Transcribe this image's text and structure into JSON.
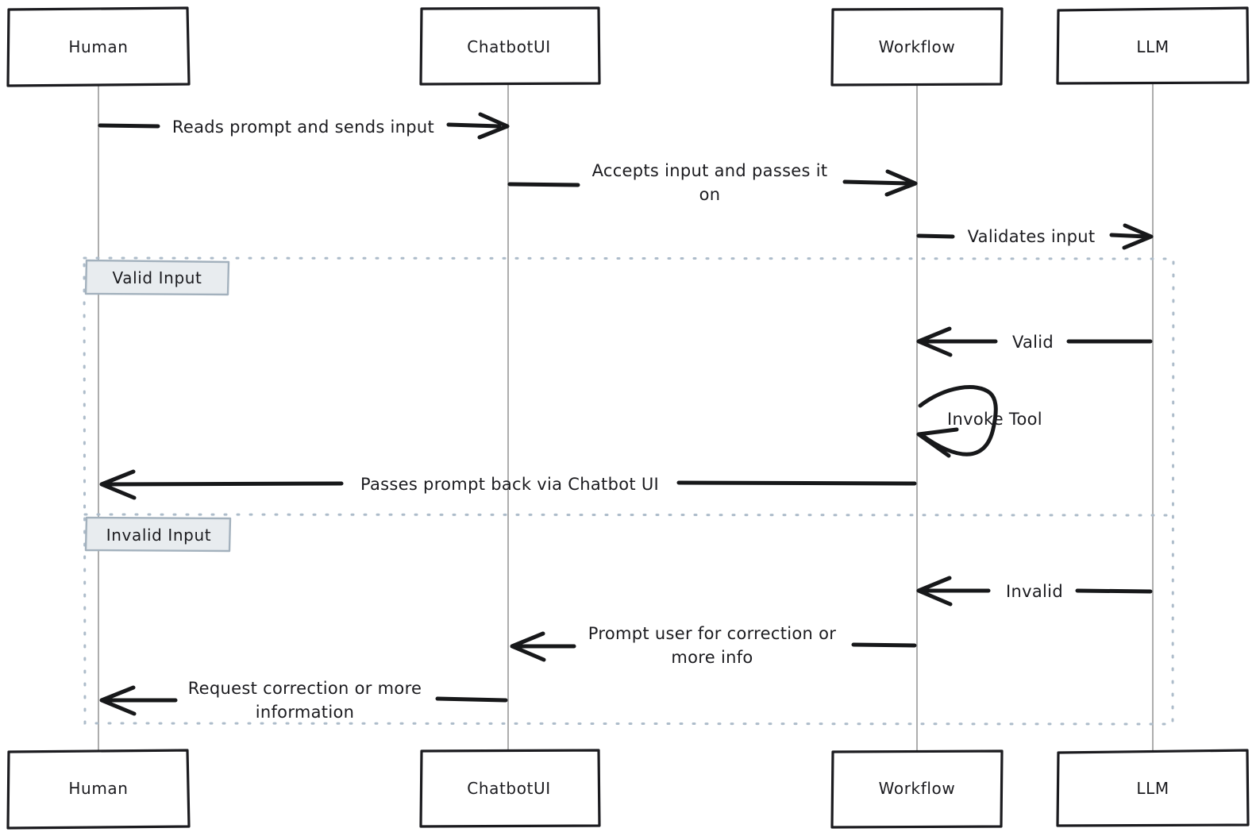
{
  "diagram": {
    "kind": "sequence-diagram",
    "style": "hand-drawn",
    "background_color": "#ffffff",
    "ink_color": "#1b1b1f",
    "lifeline_color": "#adadad",
    "fragment_border_color": "#adbcca",
    "fragment_tag_fill": "#e8ecef",
    "fragment_tag_border": "#a3b1bd"
  },
  "participants": [
    {
      "id": "human",
      "label": "Human"
    },
    {
      "id": "chatbotui",
      "label": "ChatbotUI"
    },
    {
      "id": "workflow",
      "label": "Workflow"
    },
    {
      "id": "llm",
      "label": "LLM"
    }
  ],
  "participants_bottom": [
    {
      "id": "human",
      "label": "Human"
    },
    {
      "id": "chatbotui",
      "label": "ChatbotUI"
    },
    {
      "id": "workflow",
      "label": "Workflow"
    },
    {
      "id": "llm",
      "label": "LLM"
    }
  ],
  "fragments": [
    {
      "id": "valid",
      "label": "Valid Input"
    },
    {
      "id": "invalid",
      "label": "Invalid Input"
    }
  ],
  "messages": [
    {
      "id": "m1",
      "from": "human",
      "to": "chatbotui",
      "direction": "right",
      "label": "Reads prompt and sends input"
    },
    {
      "id": "m2",
      "from": "chatbotui",
      "to": "workflow",
      "direction": "right",
      "label": "Accepts input and passes it on",
      "line1": "Accepts input and passes it",
      "line2": "on"
    },
    {
      "id": "m3",
      "from": "workflow",
      "to": "llm",
      "direction": "right",
      "label": "Validates input"
    },
    {
      "id": "m4",
      "from": "llm",
      "to": "workflow",
      "direction": "left",
      "label": "Valid"
    },
    {
      "id": "m5",
      "from": "workflow",
      "to": "workflow",
      "direction": "self",
      "label": "Invoke Tool"
    },
    {
      "id": "m6",
      "from": "workflow",
      "to": "human",
      "direction": "left",
      "label": "Passes prompt back via Chatbot UI"
    },
    {
      "id": "m7",
      "from": "llm",
      "to": "workflow",
      "direction": "left",
      "label": "Invalid"
    },
    {
      "id": "m8",
      "from": "workflow",
      "to": "chatbotui",
      "direction": "left",
      "label": "Prompt user for correction or more info",
      "line1": "Prompt user for correction or",
      "line2": "more info"
    },
    {
      "id": "m9",
      "from": "chatbotui",
      "to": "human",
      "direction": "left",
      "label": "Request correction or more information",
      "line1": "Request correction or more",
      "line2": "information"
    }
  ]
}
